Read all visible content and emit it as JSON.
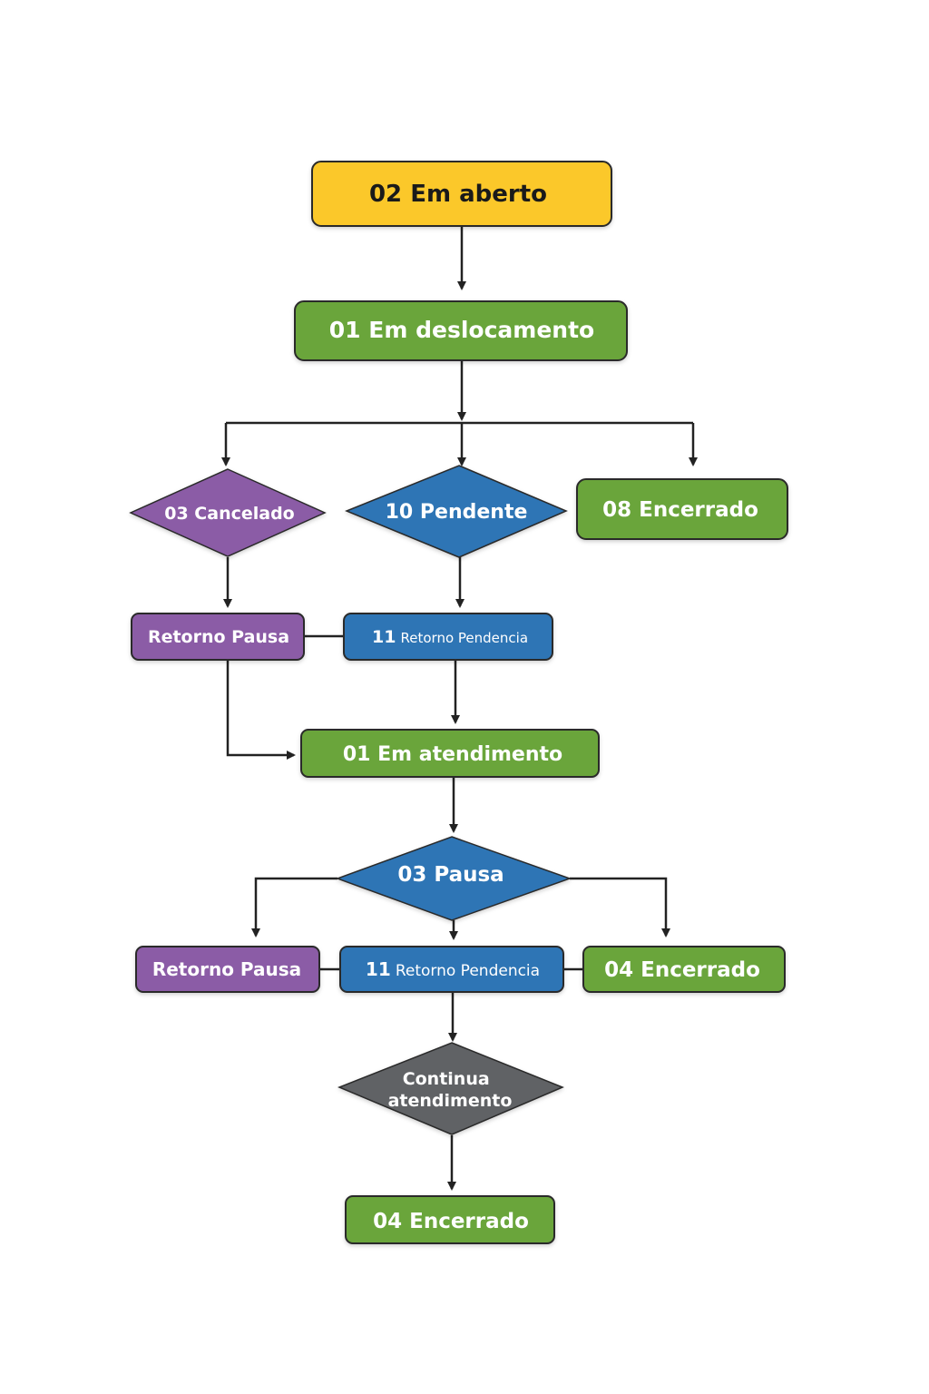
{
  "colors": {
    "yellow": "#FBC82A",
    "green": "#6BA53A",
    "purple": "#8B5BA6",
    "blue": "#2F75B5",
    "gray": "#606265",
    "outline": "#2A2A2A",
    "connector": "#222222",
    "text_dark": "#1A1A1A",
    "text_light": "#FFFFFF"
  },
  "nodes": {
    "em_aberto": "02 Em aberto",
    "em_deslocamento": "01 Em deslocamento",
    "cancelado": "03 Cancelado",
    "pendente": "10 Pendente",
    "encerrado_08": "08 Encerrado",
    "retorno_pausa_1": "Retorno Pausa",
    "retorno_pendencia_1": {
      "num": "11",
      "rest": "Retorno Pendencia"
    },
    "em_atendimento": "01 Em atendimento",
    "pausa": "03 Pausa",
    "retorno_pausa_2": "Retorno Pausa",
    "retorno_pendencia_2": {
      "num": "11",
      "rest": "Retorno Pendencia"
    },
    "encerrado_04_a": "04 Encerrado",
    "continua": {
      "line1": "Continua",
      "line2": "atendimento"
    },
    "encerrado_04_b": "04 Encerrado"
  }
}
